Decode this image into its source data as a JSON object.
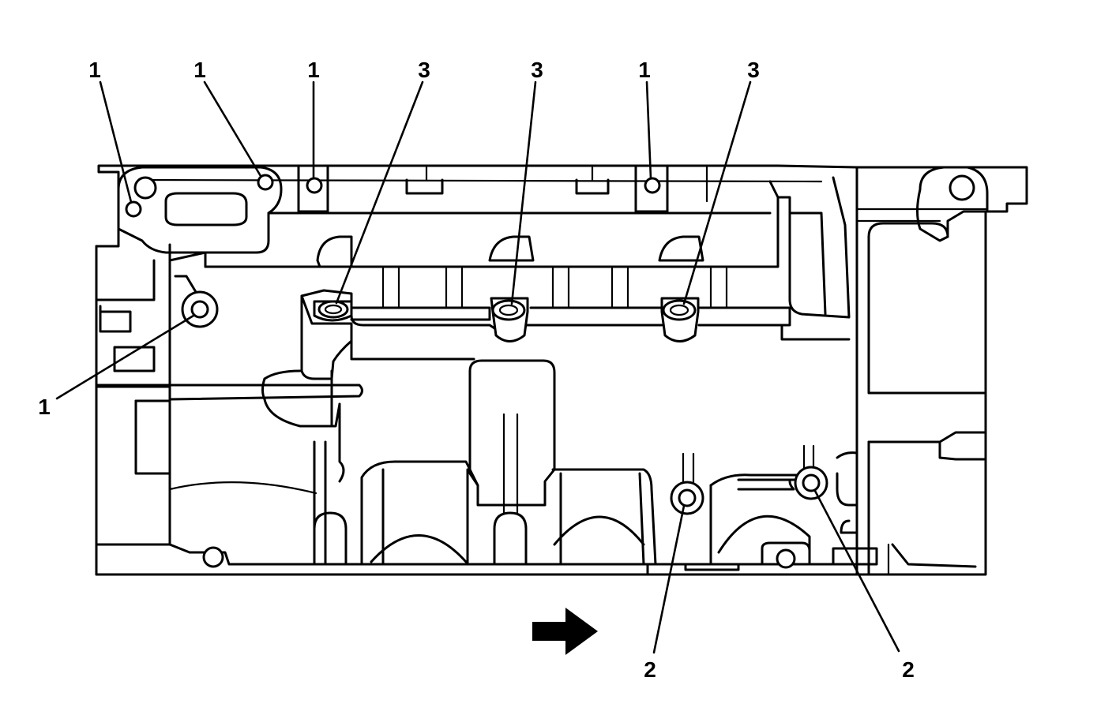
{
  "callouts": {
    "c1a": "1",
    "c1b": "1",
    "c1c": "1",
    "c3a": "3",
    "c3b": "3",
    "c1d": "1",
    "c3c": "3",
    "c1e": "1",
    "c2a": "2",
    "c2b": "2"
  },
  "icons": {
    "direction": "arrow-right-icon"
  },
  "colors": {
    "line": "#000000",
    "background": "#ffffff"
  }
}
